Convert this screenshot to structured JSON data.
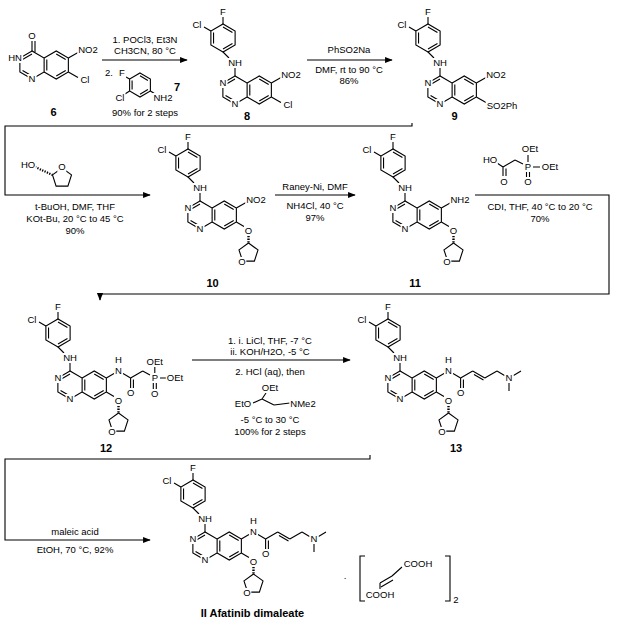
{
  "diagram": {
    "nodes": [
      {
        "text": [
          "6"
        ]
      },
      {
        "text": [
          "7"
        ]
      },
      {
        "text": [
          "8"
        ]
      },
      {
        "text": [
          "9"
        ]
      },
      {
        "text": [
          "10"
        ]
      },
      {
        "text": [
          "11"
        ]
      },
      {
        "text": [
          "12"
        ]
      },
      {
        "text": [
          "13"
        ]
      },
      {
        "text": [
          "II Afatinib dimaleate"
        ]
      }
    ],
    "edges": [
      {
        "from": 0,
        "to": 2,
        "arrow": "to"
      },
      {
        "from": 2,
        "to": 3,
        "arrow": "to"
      },
      {
        "from": 3,
        "to": 4,
        "arrow": "to"
      },
      {
        "from": 4,
        "to": 5,
        "arrow": "to"
      },
      {
        "from": 5,
        "to": 6,
        "arrow": "to"
      },
      {
        "from": 6,
        "to": 7,
        "arrow": "to"
      },
      {
        "from": 7,
        "to": 8,
        "arrow": "to"
      }
    ],
    "labels": [
      "HN",
      "N",
      "O",
      "NO2",
      "Cl",
      "1. POCl3, Et3N",
      "CH3CN, 80 °C",
      "2.",
      "F",
      "Cl",
      "NH2",
      "90% for 2 steps",
      "F",
      "Cl",
      "NH",
      "N",
      "N",
      "NO2",
      "Cl",
      "PhSO2Na",
      "DMF, rt to 90 °C",
      "86%",
      "F",
      "Cl",
      "NH",
      "N",
      "N",
      "NO2",
      "SO2Ph",
      "HO",
      "O",
      "t-BuOH, DMF, THF",
      "KOt-Bu, 20 °C to 45 °C",
      "90%",
      "F",
      "Cl",
      "NH",
      "N",
      "N",
      "NO2",
      "O",
      "O",
      "Raney-Ni, DMF",
      "NH4Cl, 40 °C",
      "97%",
      "F",
      "Cl",
      "NH",
      "N",
      "N",
      "NH2",
      "O",
      "O",
      "HO",
      "O",
      "P",
      "OEt",
      "OEt",
      "O",
      "CDI, THF, 40 °C to 20 °C",
      "70%",
      "F",
      "Cl",
      "NH",
      "N",
      "N",
      "H",
      "N",
      "O",
      "P",
      "OEt",
      "OEt",
      "O",
      "O",
      "O",
      "1. i. LiCl, THF, -7 °C",
      "ii. KOH/H2O, -5 °C",
      "2. HCl (aq), then",
      "OEt",
      "EtO",
      "NMe2",
      "-5 °C to 30 °C",
      "100% for 2 steps",
      "F",
      "Cl",
      "NH",
      "N",
      "N",
      "H",
      "N",
      "O",
      "N",
      "O",
      "O",
      "maleic acid",
      "EtOH, 70 °C, 92%",
      "F",
      "Cl",
      "NH",
      "N",
      "N",
      "H",
      "N",
      "O",
      "N",
      "O",
      "O",
      "·",
      "COOH",
      "COOH",
      "2"
    ]
  }
}
